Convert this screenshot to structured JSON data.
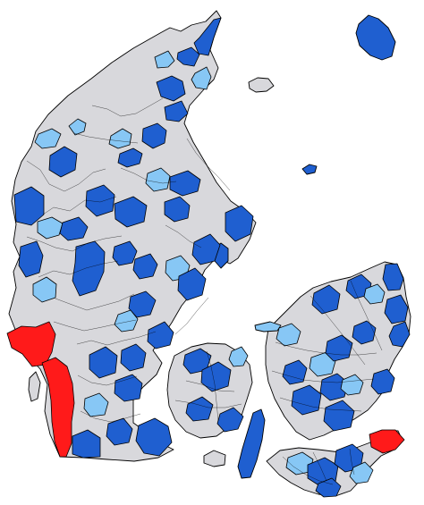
{
  "map": {
    "colors": {
      "background": "#ffffff",
      "default_fill": "#d8d8dc",
      "dark_blue": "#1f5fd0",
      "light_blue": "#87c7f5",
      "red": "#ff1a1a",
      "border": "#000000"
    },
    "category_levels": [
      "default",
      "dark_blue",
      "light_blue",
      "red"
    ],
    "legend": [],
    "title": ""
  }
}
